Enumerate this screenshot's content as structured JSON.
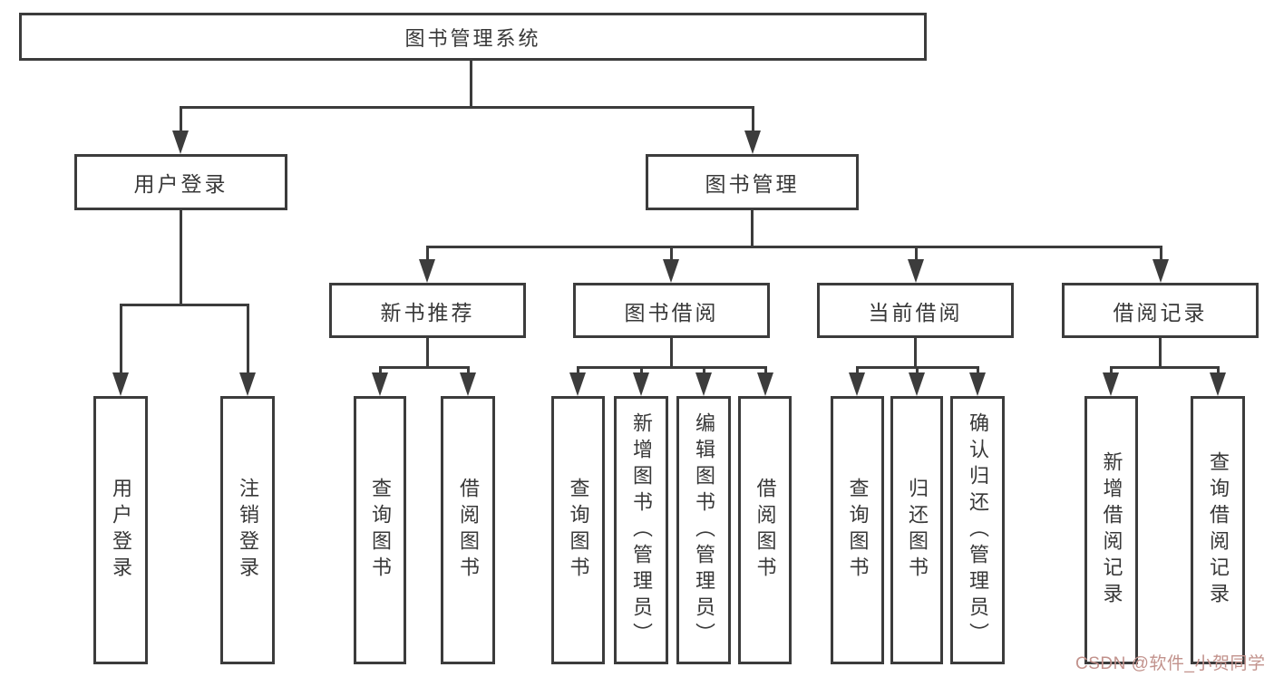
{
  "tree": {
    "root": {
      "label": "图书管理系统"
    },
    "children": [
      {
        "label": "用户登录",
        "children": [
          {
            "label": "用户登录"
          },
          {
            "label": "注销登录"
          }
        ]
      },
      {
        "label": "图书管理",
        "children": [
          {
            "label": "新书推荐",
            "children": [
              {
                "label": "查询图书"
              },
              {
                "label": "借阅图书"
              }
            ]
          },
          {
            "label": "图书借阅",
            "children": [
              {
                "label": "查询图书"
              },
              {
                "label": "新增图书（管理员）"
              },
              {
                "label": "编辑图书（管理员）"
              },
              {
                "label": "借阅图书"
              }
            ]
          },
          {
            "label": "当前借阅",
            "children": [
              {
                "label": "查询图书"
              },
              {
                "label": "归还图书"
              },
              {
                "label": "确认归还（管理员）"
              }
            ]
          },
          {
            "label": "借阅记录",
            "children": [
              {
                "label": "新增借阅记录"
              },
              {
                "label": "查询借阅记录"
              }
            ]
          }
        ]
      }
    ]
  },
  "watermark": {
    "text": "CSDN @软件_小贺同学",
    "color": "#c2928c"
  },
  "colors": {
    "line": "#3c3c3c",
    "text": "#383838",
    "background": "#ffffff"
  }
}
